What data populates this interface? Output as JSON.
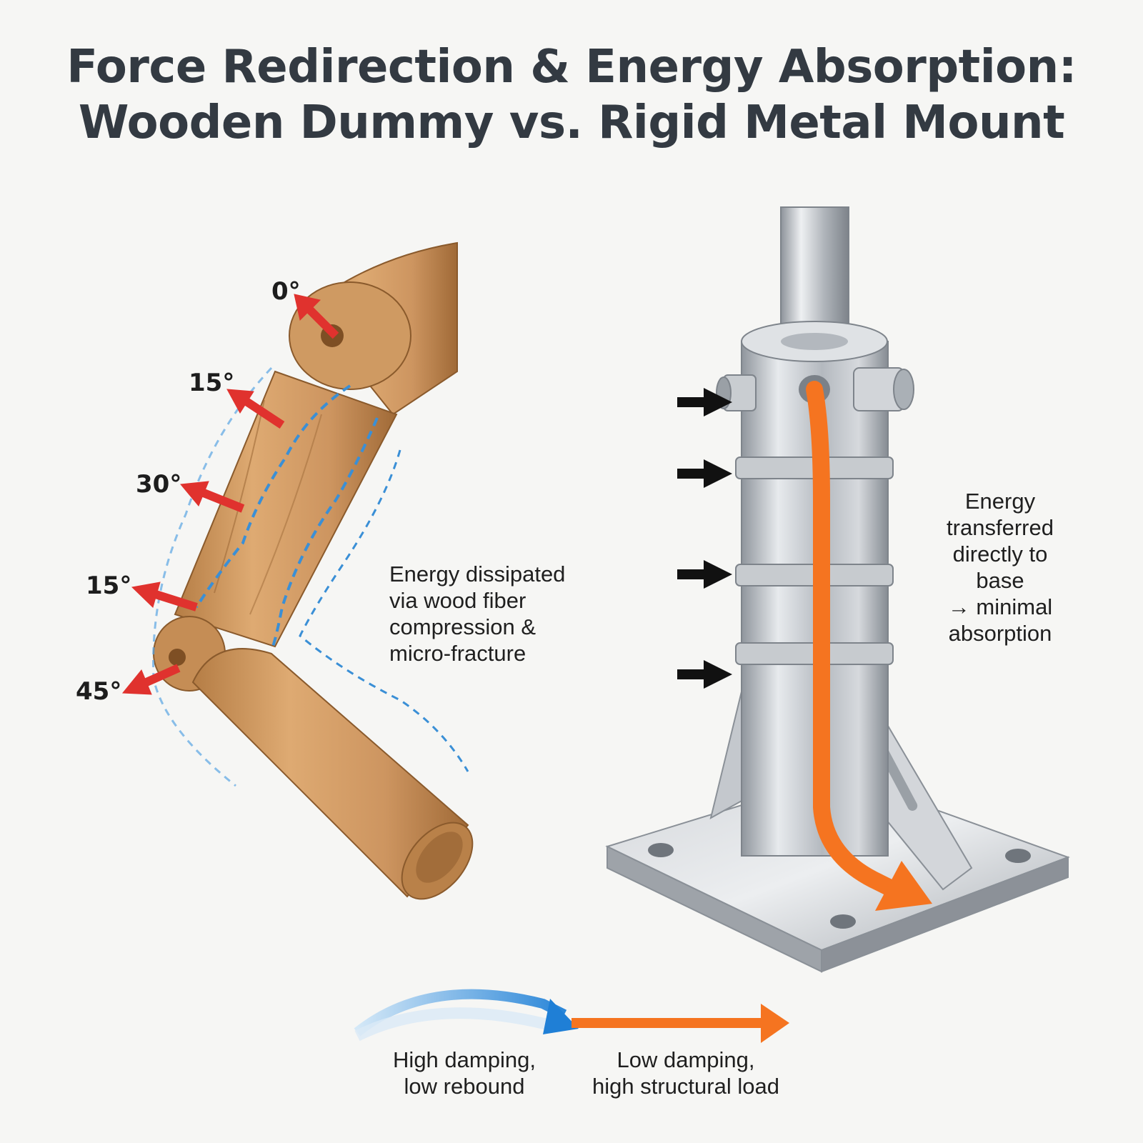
{
  "title": {
    "line1": "Force Redirection & Energy Absorption:",
    "line2": "Wooden Dummy vs. Rigid Metal Mount"
  },
  "wooden_dummy": {
    "angle_labels": [
      "0°",
      "15°",
      "30°",
      "15°",
      "45°"
    ],
    "caption_lines": [
      "Energy dissipated",
      "via wood fiber",
      "compression &",
      "micro-fracture"
    ]
  },
  "metal_mount": {
    "caption_lines": [
      "Energy",
      "transferred",
      "directly to",
      "base",
      "→ minimal",
      "absorption"
    ]
  },
  "legend": {
    "high_damping_lines": [
      "High damping,",
      "low rebound"
    ],
    "low_damping_lines": [
      "Low damping,",
      "high structural load"
    ]
  },
  "colors": {
    "force_arrow": "#e0322e",
    "dissipation_path": "#3a8fd6",
    "energy_transfer": "#f57420",
    "impact_arrow": "#111111",
    "wood": "#c99258",
    "steel": "#b9bdc2"
  }
}
